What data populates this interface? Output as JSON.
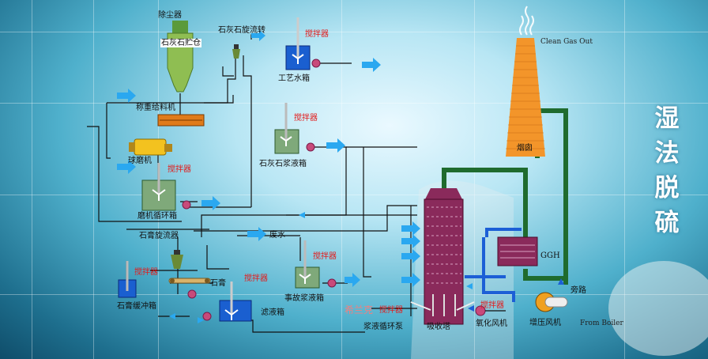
{
  "title": "湿法脱硫",
  "labels": {
    "dust_collector": "除尘器",
    "limestone_silo": "石灰石贮仓",
    "limestone_cyclone": "石灰石旋流转",
    "agitator": "搅拌器",
    "process_water_tank": "工艺水箱",
    "weigh_feeder": "称重给料机",
    "ball_mill": "球磨机",
    "mill_circ_tank": "磨机循环箱",
    "limestone_slurry_tank": "石灰石浆液箱",
    "gypsum_cyclone": "石膏旋流器",
    "waste_water": "废水",
    "gypsum": "石膏",
    "gypsum_buffer_tank": "石膏缓冲箱",
    "filtrate_tank": "滤液箱",
    "emergency_slurry_tank": "事故浆液箱",
    "slurry_circ_pump": "浆液循环泵",
    "absorber": "吸收塔",
    "oxidation_fan": "氧化风机",
    "booster_fan": "增压风机",
    "bypass": "旁路",
    "chimney": "烟囱",
    "ggh": "GGH",
    "clean_gas_out": "Clean Gas Out",
    "from_boiler": "From Boiler",
    "watermark": "希兰克"
  },
  "colors": {
    "arrow_blue": "#2aa8f0",
    "flue_green": "#1f6b2e",
    "tank_green": "#7fa97a",
    "tower_maroon": "#8a2a5b",
    "chimney_orange": "#f3952a",
    "agitator_red": "#e21c1c"
  }
}
